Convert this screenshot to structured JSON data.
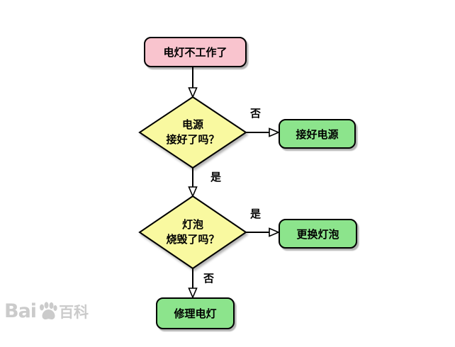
{
  "flowchart": {
    "start": {
      "label": "电灯不工作了"
    },
    "decision_power": {
      "line1": "电源",
      "line2": "接好了吗？"
    },
    "action_connect_power": {
      "label": "接好电源"
    },
    "decision_bulb": {
      "line1": "灯泡",
      "line2": "烧毁了吗？"
    },
    "action_replace_bulb": {
      "label": "更换灯泡"
    },
    "action_repair_lamp": {
      "label": "修理电灯"
    },
    "edge_labels": {
      "power_no": "否",
      "power_yes": "是",
      "bulb_yes": "是",
      "bulb_no": "否"
    }
  },
  "watermark": {
    "prefix": "Bai",
    "suffix": "百科"
  },
  "colors": {
    "start_fill": "#f9c4ce",
    "decision_fill": "#f9f9a0",
    "action_fill": "#8ce48c",
    "line": "#000000",
    "watermark": "#cbcbcb"
  }
}
